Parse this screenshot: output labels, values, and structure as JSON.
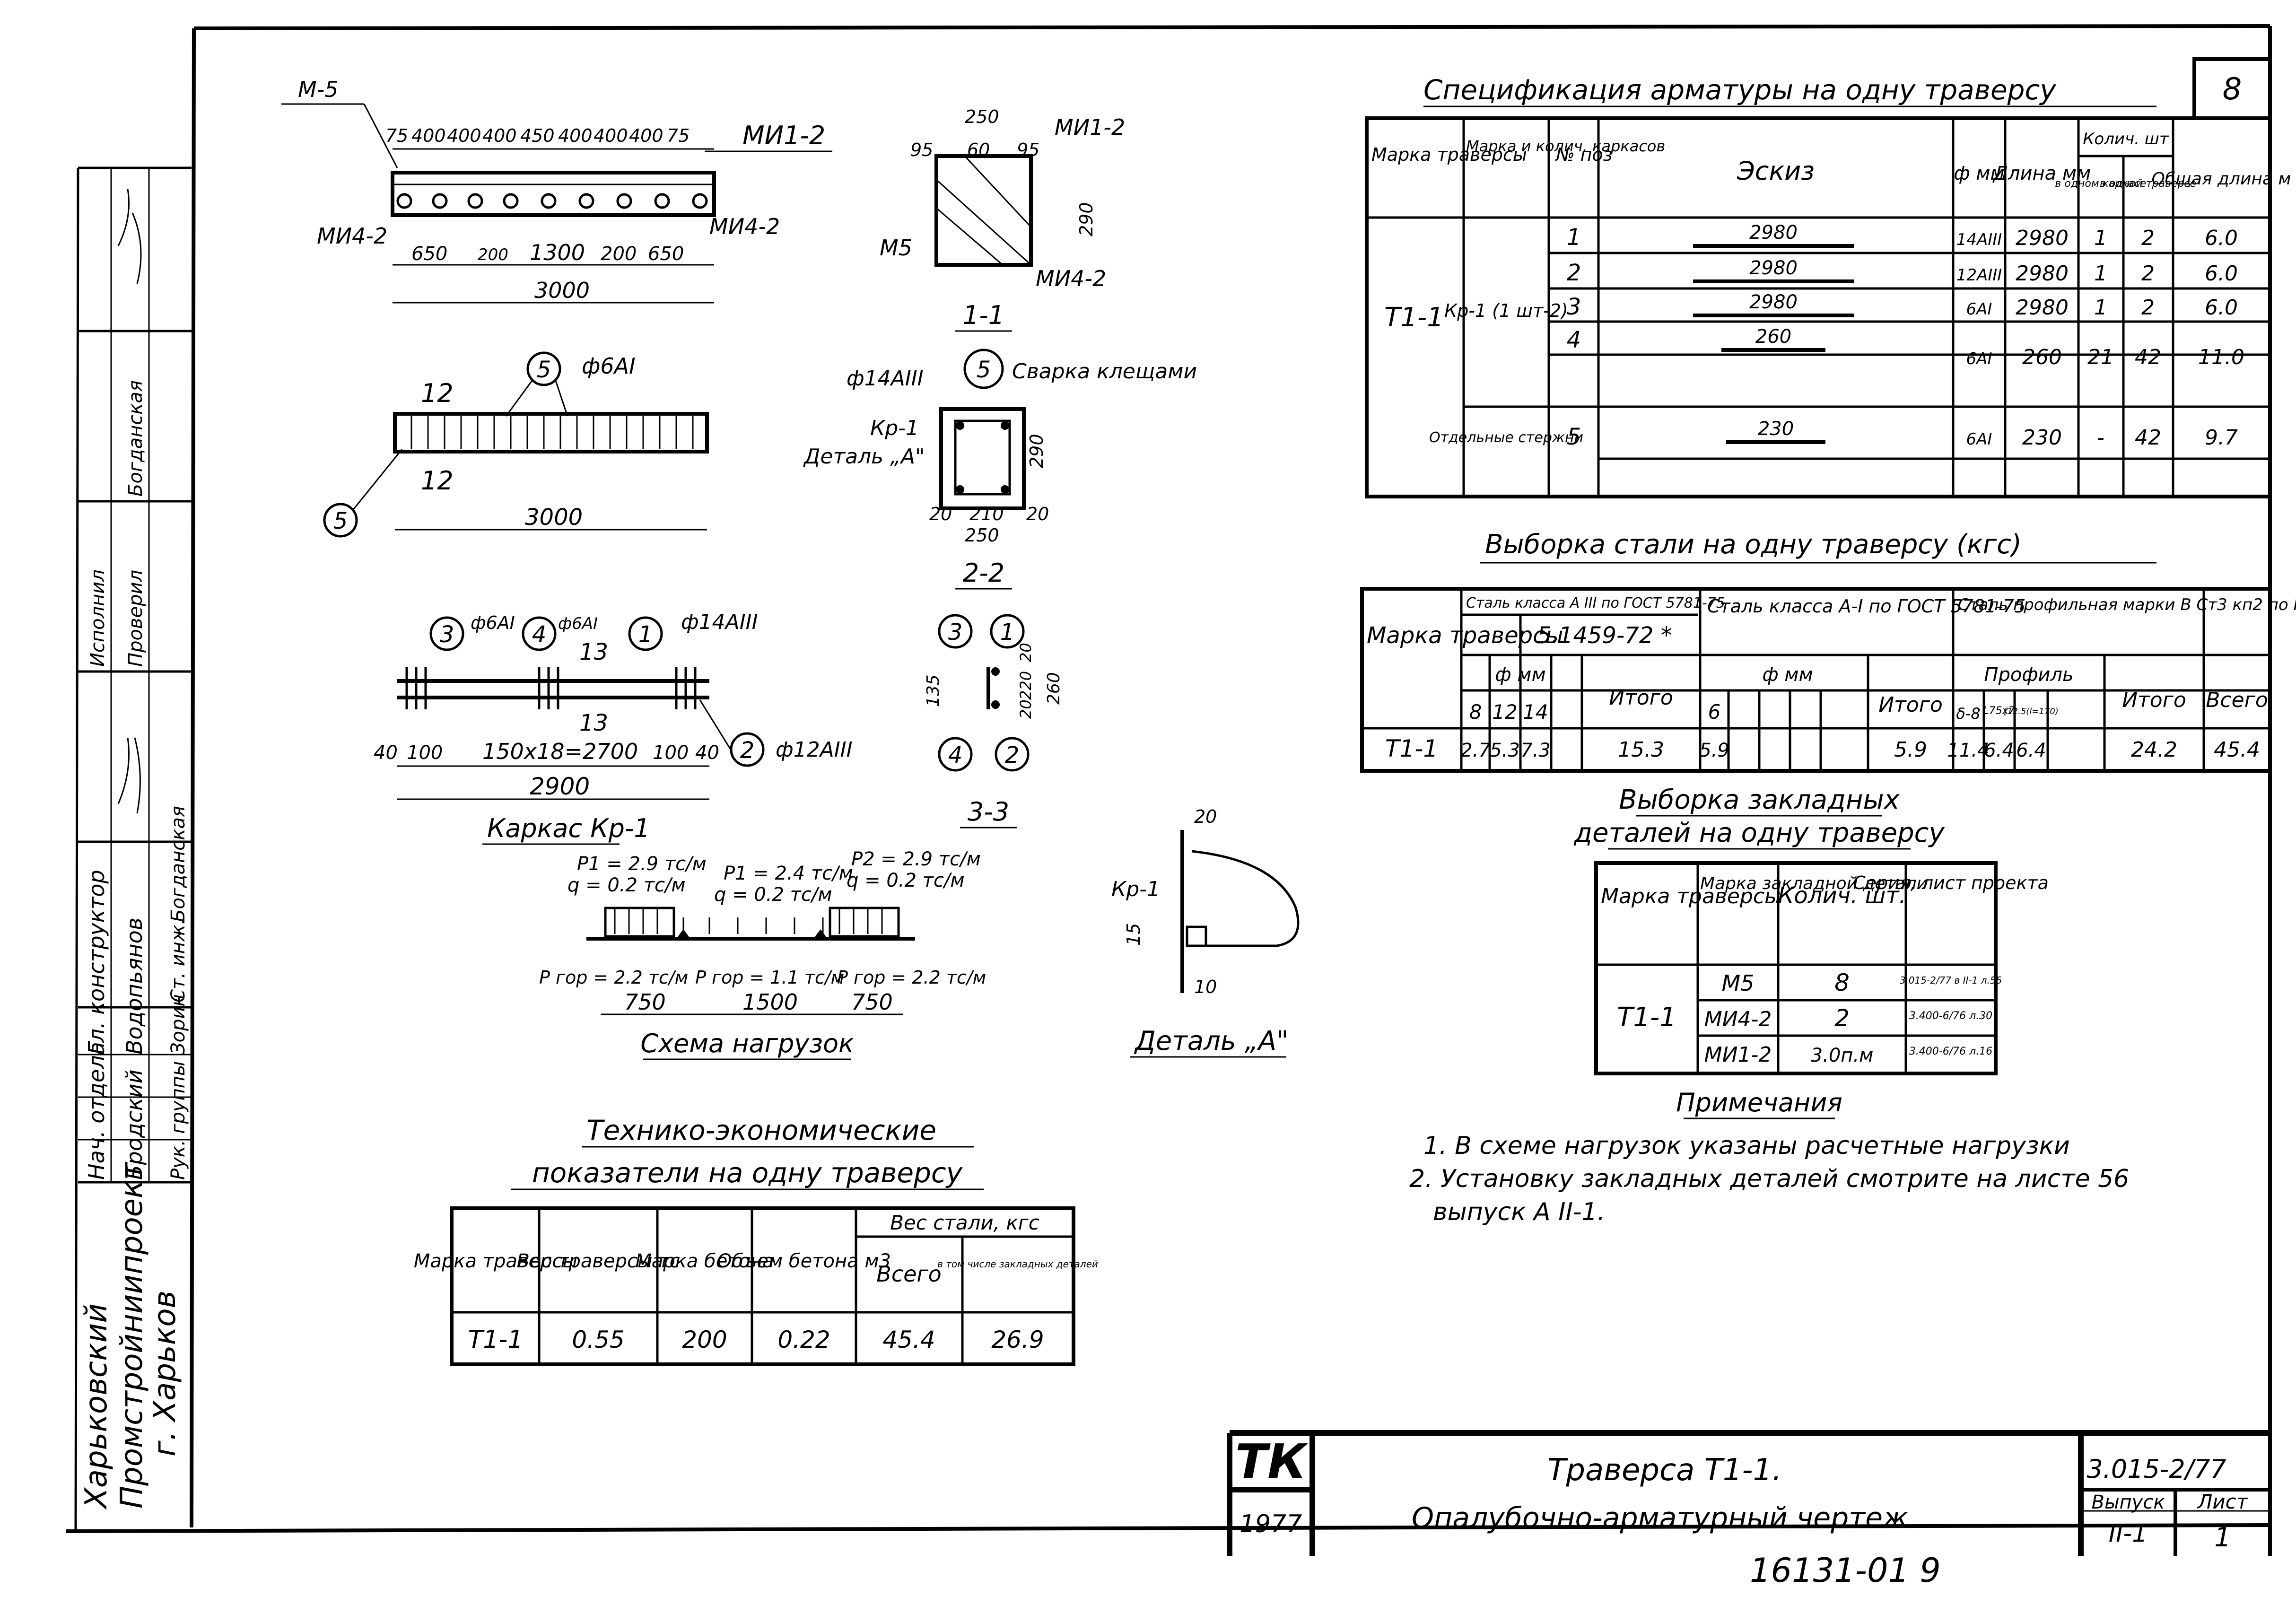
{
  "sheet_number": "8",
  "spec": {
    "title": "Спецификация арматуры на одну траверсу",
    "headers": [
      "Марка траверсы",
      "Марка и колич. каркасов",
      "№ поз",
      "Эскиз",
      "ф мм",
      "Длина мм",
      "в одном каркасе",
      "в одной траверсе",
      "Общая длина м"
    ],
    "qty_header": "Колич. шт",
    "mark": "Т1-1",
    "frame": "Кр-1 (1 шт-2)",
    "separate": "Отдельные стержни",
    "rows": [
      {
        "pos": "1",
        "sketch": "2980",
        "dia": "14АIII",
        "len": "2980",
        "q1": "1",
        "q2": "2",
        "total": "6.0"
      },
      {
        "pos": "2",
        "sketch": "2980",
        "dia": "12АIII",
        "len": "2980",
        "q1": "1",
        "q2": "2",
        "total": "6.0"
      },
      {
        "pos": "3",
        "sketch": "2980",
        "dia": "6АI",
        "len": "2980",
        "q1": "1",
        "q2": "2",
        "total": "6.0"
      },
      {
        "pos": "4",
        "sketch": "260",
        "dia": "6АI",
        "len": "260",
        "q1": "21",
        "q2": "42",
        "total": "11.0"
      },
      {
        "pos": "5",
        "sketch": "230",
        "dia": "6АI",
        "len": "230",
        "q1": "-",
        "q2": "42",
        "total": "9.7"
      }
    ]
  },
  "steel": {
    "title": "Выборка стали на одну траверсу (кгс)",
    "h_mark": "Марка траверсы",
    "h_a3": "Сталь класса А III по ГОСТ 5781-75",
    "h_a3_std": "5.1459-72 *",
    "h_a1": "Сталь класса А-I по ГОСТ 5781-75",
    "h_prof": "Сталь профильная марки В Ст3 кп2 по ГОСТ 380-71*",
    "h_dmm": "ф мм",
    "h_profile": "Профиль",
    "h_total": "Итого",
    "h_all": "Всего",
    "d_a3": [
      "8",
      "12",
      "14"
    ],
    "d_a1": [
      "6"
    ],
    "d_prof": [
      "δ-8",
      "L75x7",
      "[12.5(l=170)"
    ],
    "row": {
      "mark": "Т1-1",
      "a3": [
        "2.7",
        "5.3",
        "7.3"
      ],
      "a3_total": "15.3",
      "a1": [
        "5.9"
      ],
      "a1_total": "5.9",
      "prof": [
        "11.4",
        "6.4",
        "6.4"
      ],
      "prof_total": "24.2",
      "all": "45.4"
    }
  },
  "embedded": {
    "title1": "Выборка закладных",
    "title2": "деталей на одну траверсу",
    "headers": [
      "Марка траверсы",
      "Марка закладной детали",
      "Колич. шт.",
      "Серия, лист проекта"
    ],
    "mark": "Т1-1",
    "rows": [
      {
        "part": "М5",
        "qty": "8",
        "ref": "3.015-2/77 в II-1 л.55"
      },
      {
        "part": "МИ4-2",
        "qty": "2",
        "ref": "3.400-6/76 л.30"
      },
      {
        "part": "МИ1-2",
        "qty": "3.0п.м",
        "ref": "3.400-6/76 л.16"
      }
    ]
  },
  "notes": {
    "title": "Примечания",
    "items": [
      "1. В схеме нагрузок указаны расчетные нагрузки",
      "2. Установку закладных деталей смотрите на листе 56",
      "выпуск А II-1."
    ]
  },
  "tech": {
    "title1": "Технико-экономические",
    "title2": "показатели на одну траверсу",
    "headers": [
      "Марка траверсы",
      "Вес траверсы тс",
      "Марка бетона",
      "Объем бетона м3",
      "Вес стали, кгс",
      "Всего",
      "в том числе закладных деталей"
    ],
    "row": {
      "mark": "Т1-1",
      "weight": "0.55",
      "concrete": "200",
      "volume": "0.22",
      "steel": "45.4",
      "embedded": "26.9"
    }
  },
  "titleblock": {
    "logo": "ТК",
    "year": "1977",
    "title": "Траверса Т1-1.",
    "subtitle": "Опалубочно-арматурный чертеж",
    "code": "3.015-2/77",
    "release_label": "Выпуск",
    "release": "II-1",
    "sheet_label": "Лист",
    "sheet": "1",
    "inventory": "16131-01 9"
  },
  "stamp": {
    "org1": "Харьковский",
    "org2": "Промстройниипроект",
    "org3": "г. Харьков",
    "roles": [
      "Нач. отдела",
      "Гл. конструктор",
      "Рук. группы",
      "Ст. инж."
    ],
    "names": [
      "Бродский",
      "Водопьянов",
      "Зорин",
      "Богданская"
    ],
    "roles2": [
      "Исполнил",
      "Проверил"
    ],
    "names2": [
      "Богданская"
    ]
  },
  "drawings": {
    "frame_caption": "Каркас Кр-1",
    "loads_caption": "Схема нагрузок",
    "detail_caption": "Деталь „А\"",
    "sec11": "1-1",
    "sec22": "2-2",
    "sec33": "3-3",
    "top_dims": [
      "75",
      "400",
      "400",
      "400",
      "450",
      "400",
      "400",
      "400",
      "75"
    ],
    "bottom_dims": [
      "650",
      "200",
      "1300",
      "200",
      "650"
    ],
    "overall": "3000",
    "frame_dims": [
      "40",
      "100",
      "150x18=2700",
      "100",
      "40"
    ],
    "frame_total": "2900",
    "labels": {
      "m5": "М-5",
      "mi12": "МИ1-2",
      "mi42": "МИ4-2",
      "m5b": "М5",
      "weld": "Сварка клещами",
      "kr1": "Кр-1",
      "detail_a": "Деталь „А\"",
      "f6": "ф6АI",
      "f14": "ф14АIII",
      "f12": "ф12АIII"
    },
    "loads": {
      "p1": "Р1 = 2.9 тс/м",
      "q1": "q = 0.2 тс/м",
      "p2": "Р1 = 2.4 тс/м",
      "q2": "q = 0.2 тс/м",
      "p3": "Р2 = 2.9 тс/м",
      "q3": "q = 0.2 тс/м",
      "h1": "Р гор = 2.2 тс/м",
      "h2": "Р гор = 1.1 тс/м",
      "h3": "Р гор = 2.2 тс/м",
      "spans": [
        "750",
        "1500",
        "750"
      ]
    }
  }
}
